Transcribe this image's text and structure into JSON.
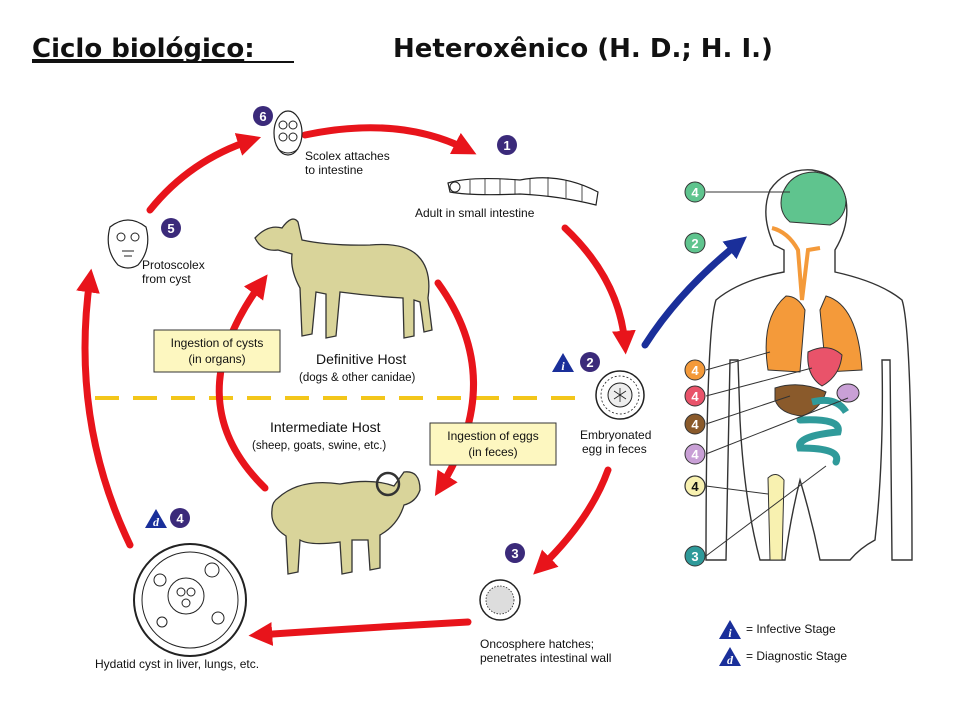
{
  "title": {
    "label": "Ciclo biológico",
    "colon": ":",
    "value": "Heteroxênico (H. D.; H. I.)"
  },
  "stages": {
    "s1": {
      "num": "1",
      "line1": "Adult in small intestine"
    },
    "s2": {
      "num": "2",
      "line1": "Embryonated",
      "line2": "egg in feces"
    },
    "s3": {
      "num": "3",
      "line1": "Oncosphere hatches;",
      "line2": "penetrates intestinal wall"
    },
    "s4": {
      "num": "4",
      "line1": "Hydatid cyst in liver, lungs, etc."
    },
    "s5": {
      "num": "5",
      "line1": "Protoscolex",
      "line2": "from cyst"
    },
    "s6": {
      "num": "6",
      "line1": "Scolex attaches",
      "line2": "to intestine"
    }
  },
  "hosts": {
    "definitive": {
      "name": "Definitive Host",
      "detail": "(dogs & other canidae)"
    },
    "intermediate": {
      "name": "Intermediate Host",
      "detail": "(sheep, goats, swine, etc.)"
    }
  },
  "boxes": {
    "cysts": {
      "line1": "Ingestion of cysts",
      "line2": "(in organs)"
    },
    "eggs": {
      "line1": "Ingestion of eggs",
      "line2": "(in feces)"
    }
  },
  "human_markers": {
    "brain": "4",
    "entry": "2",
    "lungs": "4",
    "heart": "4",
    "liver": "4",
    "spleen": "4",
    "bone": "4",
    "intestine": "3"
  },
  "legend": {
    "infective_letter": "i",
    "infective": "= Infective Stage",
    "diagnostic_letter": "d",
    "diagnostic": "= Diagnostic Stage"
  },
  "colors": {
    "cycle_arrow": "#e8141b",
    "human_arrow": "#1a2f9a",
    "stage_badge": "#3b2a7a",
    "divider": "#f3c61a",
    "box_fill": "#fdf7c0",
    "brain": "#5fc48e",
    "lungs": "#f49a3a",
    "heart": "#e9536a",
    "liver": "#8a5a2b",
    "spleen": "#c9a0d6",
    "intestine": "#2f9a9a",
    "bone": "#f8f1b0",
    "animal": "#d9d49a"
  }
}
